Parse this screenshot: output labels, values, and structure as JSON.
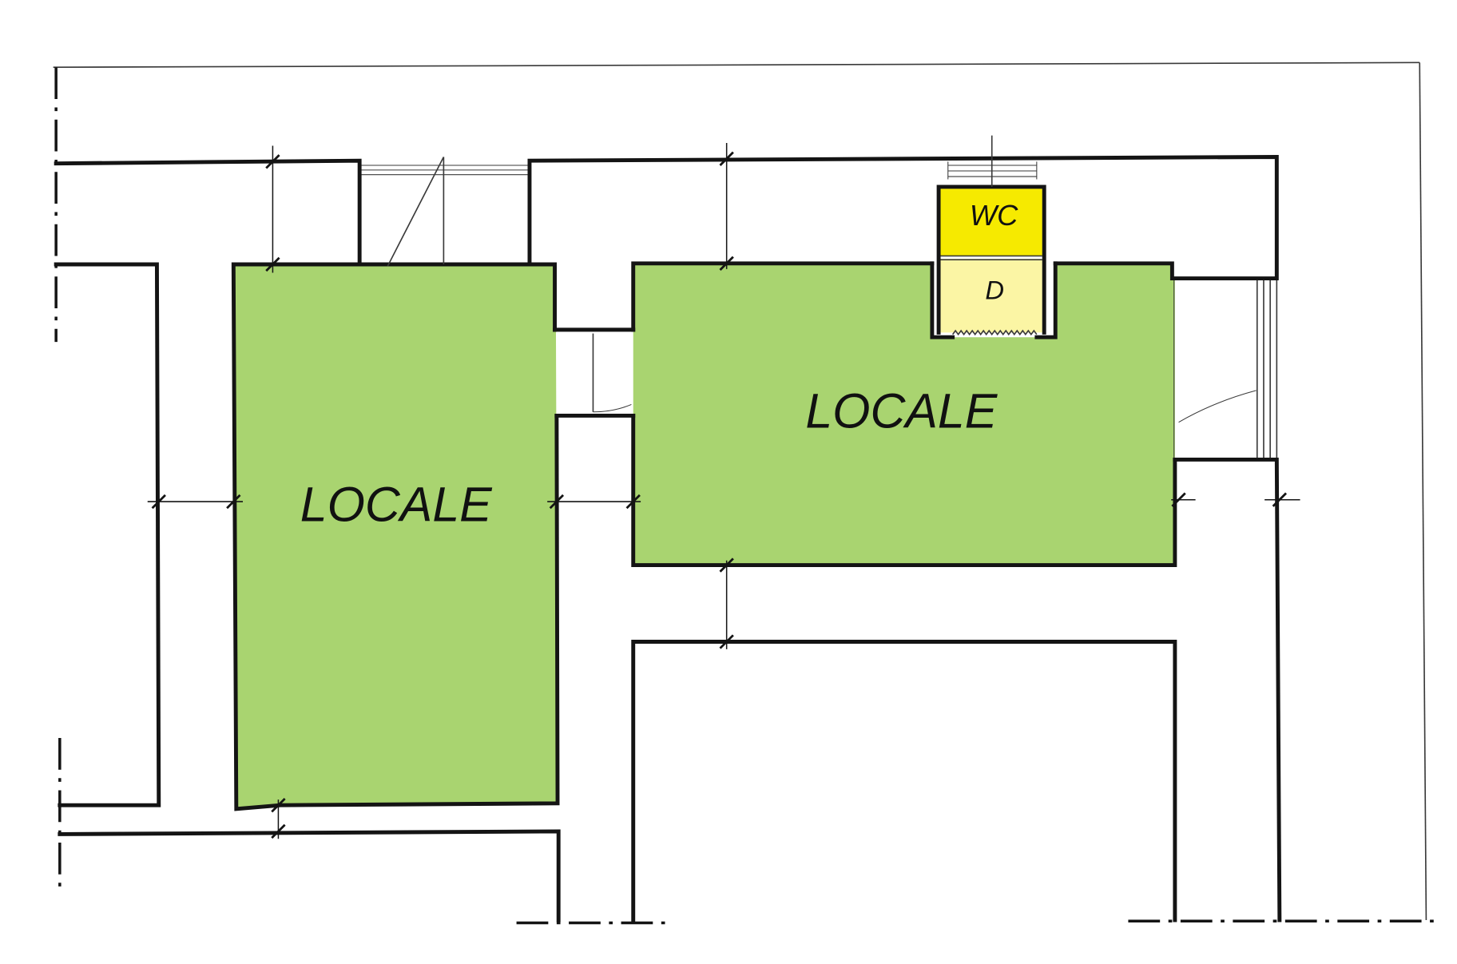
{
  "floor_plan": {
    "rooms": [
      {
        "label": "LOCALE"
      },
      {
        "label": "LOCALE"
      },
      {
        "label": "WC"
      },
      {
        "label": "D"
      }
    ]
  },
  "colors": {
    "background": "#ffffff",
    "wall": "#141414",
    "thin_line": "#3a3a3a",
    "locale_fill": "#a9d470",
    "wc_fill": "#f6ea00",
    "d_fill": "#fbf5a4"
  }
}
